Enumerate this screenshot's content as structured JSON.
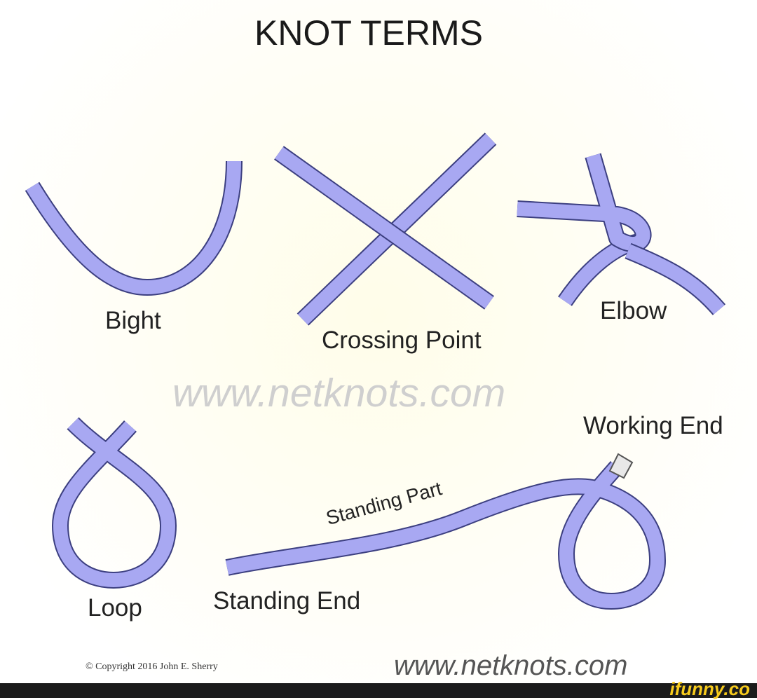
{
  "title": "KNOT TERMS",
  "labels": {
    "bight": "Bight",
    "crossing_point": "Crossing Point",
    "elbow": "Elbow",
    "loop": "Loop",
    "standing_end": "Standing End",
    "standing_part": "Standing Part",
    "working_end": "Working End"
  },
  "watermark": "www.netknots.com",
  "footer_url": "www.netknots.com",
  "copyright": "© Copyright 2016 John E. Sherry",
  "site_logo": "ifunny.co",
  "colors": {
    "rope_fill": "#a8a8f2",
    "rope_outline": "#3c3f80",
    "rope_tip": "#e8e8e8",
    "logo": "#f7cb1c"
  }
}
